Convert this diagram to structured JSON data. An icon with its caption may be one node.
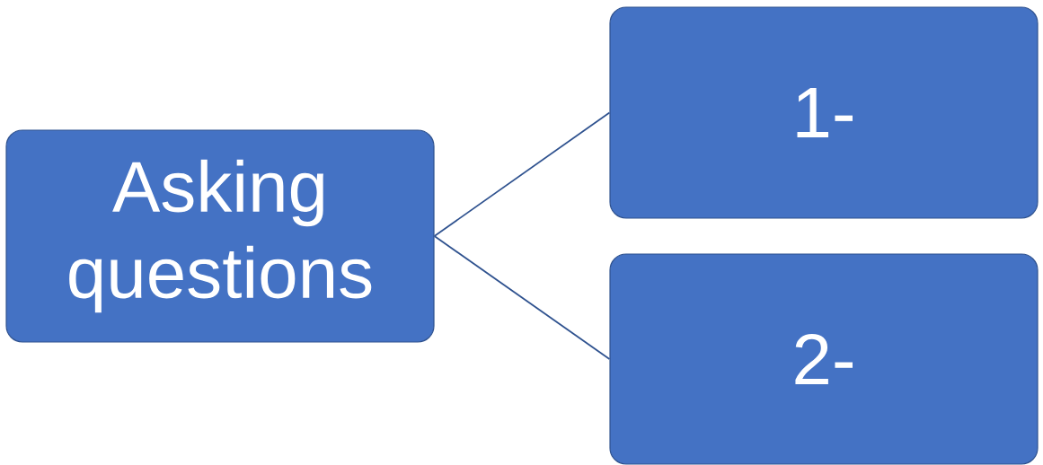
{
  "diagram": {
    "nodes": [
      {
        "text": [
          "Asking questions"
        ]
      },
      {
        "text": [
          "1-"
        ]
      },
      {
        "text": [
          "2-"
        ]
      }
    ],
    "edges": [
      {
        "from": 0,
        "to": 1,
        "arrow": "none"
      },
      {
        "from": 0,
        "to": 2,
        "arrow": "none"
      }
    ]
  }
}
